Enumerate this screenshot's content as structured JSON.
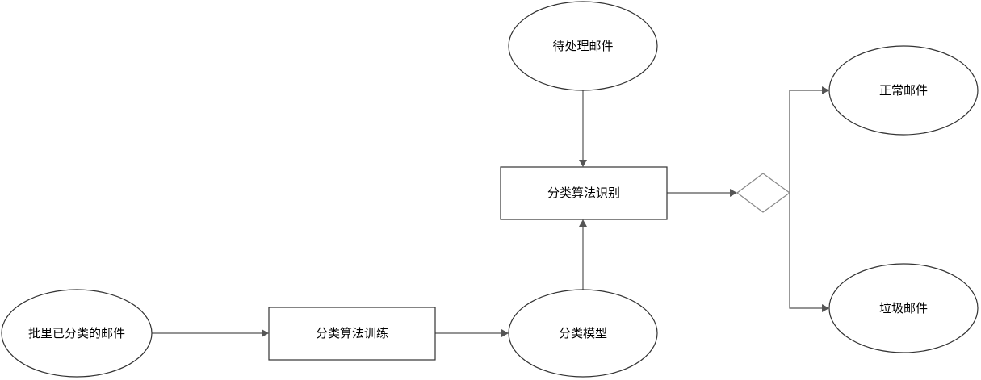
{
  "diagram": {
    "nodes": {
      "pending_mail": {
        "label": "待处理邮件",
        "shape": "ellipse"
      },
      "classify_recognize": {
        "label": "分类算法识别",
        "shape": "rectangle"
      },
      "normal_mail": {
        "label": "正常邮件",
        "shape": "ellipse"
      },
      "spam_mail": {
        "label": "垃圾邮件",
        "shape": "ellipse"
      },
      "batch_classified_mail": {
        "label": "批里已分类的邮件",
        "shape": "ellipse"
      },
      "classify_train": {
        "label": "分类算法训练",
        "shape": "rectangle"
      },
      "classify_model": {
        "label": "分类模型",
        "shape": "ellipse"
      },
      "decision": {
        "label": "",
        "shape": "diamond"
      }
    },
    "edges": [
      {
        "from": "pending_mail",
        "to": "classify_recognize"
      },
      {
        "from": "classify_model",
        "to": "classify_recognize"
      },
      {
        "from": "classify_recognize",
        "to": "decision"
      },
      {
        "from": "decision",
        "to": "normal_mail"
      },
      {
        "from": "decision",
        "to": "spam_mail"
      },
      {
        "from": "batch_classified_mail",
        "to": "classify_train"
      },
      {
        "from": "classify_train",
        "to": "classify_model"
      }
    ],
    "colors": {
      "node_stroke": "#333333",
      "diamond_stroke": "#888888",
      "connector": "#555555",
      "text": "#000000"
    }
  }
}
